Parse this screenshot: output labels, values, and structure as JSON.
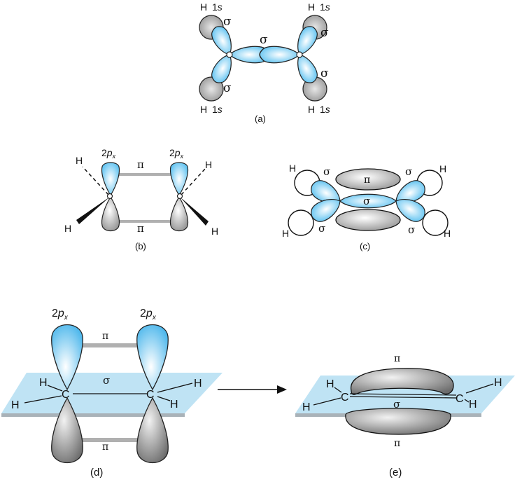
{
  "labels": {
    "hydrogen": "H",
    "carbon": "C",
    "sigma": "σ",
    "pi": "π",
    "orbital_1s_num": "1",
    "orbital_1s_letter": "s",
    "orbital_2p_num": "2",
    "orbital_2p_letter": "p",
    "orbital_2p_sub": "x"
  },
  "panels": {
    "a": "(a)",
    "b": "(b)",
    "c": "(c)",
    "d": "(d)",
    "e": "(e)"
  },
  "colors": {
    "lobe_blue": "#5cc3f0",
    "lobe_gray": "#8a8a8a",
    "plane_blue": "#bfe3f4",
    "bond_gray": "#b0b0b0"
  }
}
